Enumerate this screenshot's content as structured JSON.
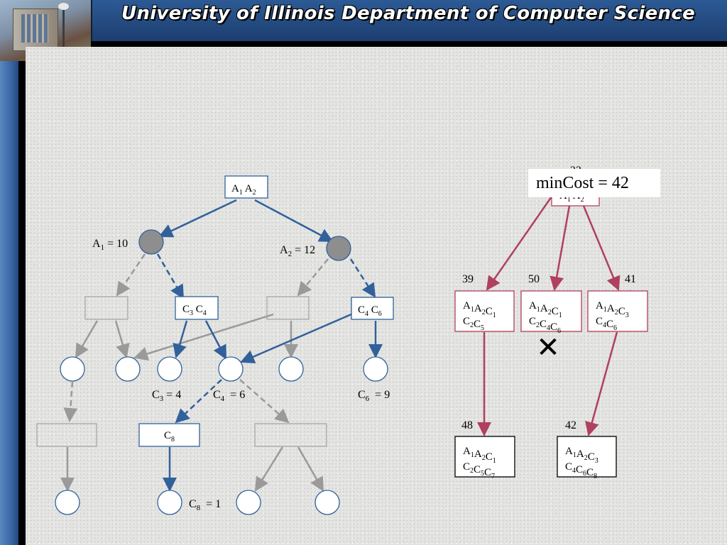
{
  "header": {
    "title": "University of Illinois Department of Computer Science"
  },
  "colors": {
    "blue": "#31619b",
    "gray": "#9a9a9a",
    "crimson": "#b0405f",
    "black": "#000000"
  },
  "mincost": {
    "text": "minCost = 42"
  },
  "left_tree": {
    "root": {
      "a": "A",
      "a_sub": "1",
      "b": "A",
      "b_sub": "2"
    },
    "a1_label": {
      "name": "A",
      "sub": "1",
      "rest": " = 10"
    },
    "a2_label": {
      "name": "A",
      "sub": "2",
      "rest": " = 12"
    },
    "c3c4_box": {
      "c1": "C",
      "s1": "3",
      "c2": " C",
      "s2": "4"
    },
    "c4c6_box": {
      "c1": "C",
      "s1": "4",
      "c2": " C",
      "s2": "6"
    },
    "c8_box": {
      "c": "C",
      "s": "8"
    },
    "c3_value": {
      "name": "C",
      "sub": "3",
      "rest": " = 4"
    },
    "c4_value": {
      "name": "C",
      "sub": "4",
      "rest": "  = 6"
    },
    "c6_value": {
      "name": "C",
      "sub": "6",
      "rest": "  = 9"
    },
    "c8_value": {
      "name": "C",
      "sub": "8",
      "rest": "  = 1"
    }
  },
  "right_tree": {
    "root_cost": "22",
    "root": {
      "a": "A",
      "a_sub": "1",
      "b": "A",
      "b_sub": "2"
    },
    "children": [
      {
        "cost": "39",
        "line1": [
          [
            "A",
            "1"
          ],
          [
            "A",
            "2"
          ],
          [
            "C",
            "1"
          ]
        ],
        "line2": [
          [
            "C",
            "2"
          ],
          [
            "C",
            "5"
          ]
        ]
      },
      {
        "cost": "50",
        "line1": [
          [
            "A",
            "1"
          ],
          [
            "A",
            "2"
          ],
          [
            "C",
            "1"
          ]
        ],
        "line2": [
          [
            "C",
            "2"
          ],
          [
            "C",
            "4"
          ],
          [
            "C",
            "6"
          ]
        ]
      },
      {
        "cost": "41",
        "line1": [
          [
            "A",
            "1"
          ],
          [
            "A",
            "2"
          ],
          [
            "C",
            "3"
          ]
        ],
        "line2": [
          [
            "C",
            "4"
          ],
          [
            "C",
            "6"
          ]
        ]
      }
    ],
    "pruned_mark": "✕",
    "leaves": [
      {
        "cost": "48",
        "line1": [
          [
            "A",
            "1"
          ],
          [
            "A",
            "2"
          ],
          [
            "C",
            "1"
          ]
        ],
        "line2": [
          [
            "C",
            "2"
          ],
          [
            "C",
            "5"
          ],
          [
            "C",
            "7"
          ]
        ]
      },
      {
        "cost": "42",
        "line1": [
          [
            "A",
            "1"
          ],
          [
            "A",
            "2"
          ],
          [
            "C",
            "3"
          ]
        ],
        "line2": [
          [
            "C",
            "4"
          ],
          [
            "C",
            "6"
          ],
          [
            "C",
            "8"
          ]
        ]
      }
    ]
  }
}
